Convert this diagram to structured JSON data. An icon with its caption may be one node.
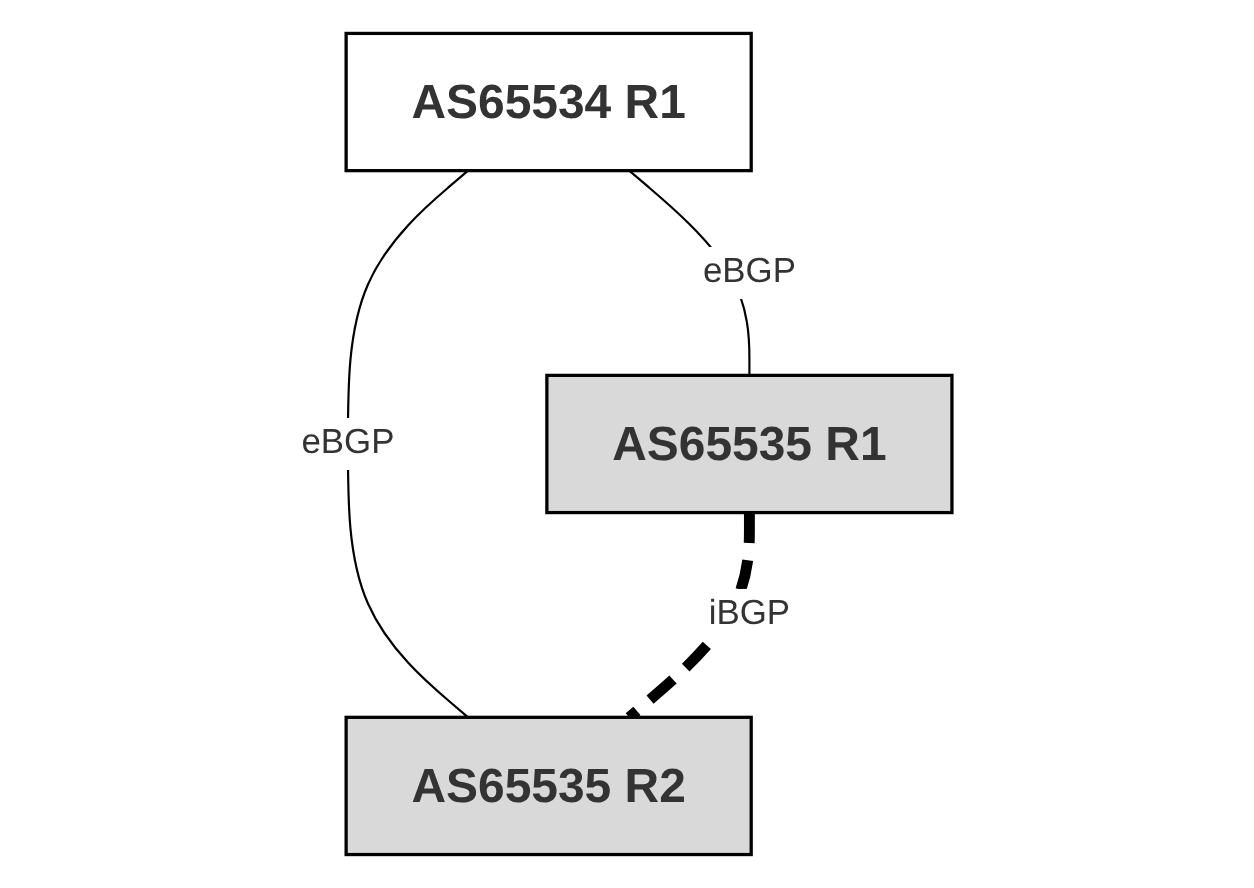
{
  "diagram": {
    "nodes": [
      {
        "text": [
          "AS65534 R1"
        ]
      },
      {
        "text": [
          "AS65535 R1"
        ]
      },
      {
        "text": [
          "AS65535 R2"
        ]
      }
    ],
    "edges": [
      {
        "from": 0,
        "to": 1,
        "arrow": "none",
        "label": "eBGP"
      },
      {
        "from": 0,
        "to": 2,
        "arrow": "none",
        "label": "eBGP"
      },
      {
        "from": 1,
        "to": 2,
        "arrow": "none",
        "label": "iBGP",
        "style": "dashed"
      }
    ]
  }
}
